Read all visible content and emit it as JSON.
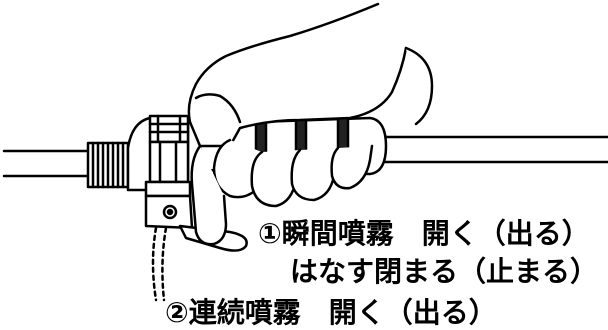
{
  "labels": {
    "instant_spray": "①瞬間噴霧　開く（出る）",
    "release_close": "はなす閉まる（止まる）",
    "continuous_spray": "②連続噴霧　開く（出る）"
  },
  "colors": {
    "line": "#000000",
    "fill": "#ffffff",
    "shade": "#222222"
  },
  "icons": {
    "hand": "hand-gripping-handle",
    "valve": "spray-valve-body",
    "lever": "trigger-lever",
    "lock": "continuous-lock-lever"
  }
}
